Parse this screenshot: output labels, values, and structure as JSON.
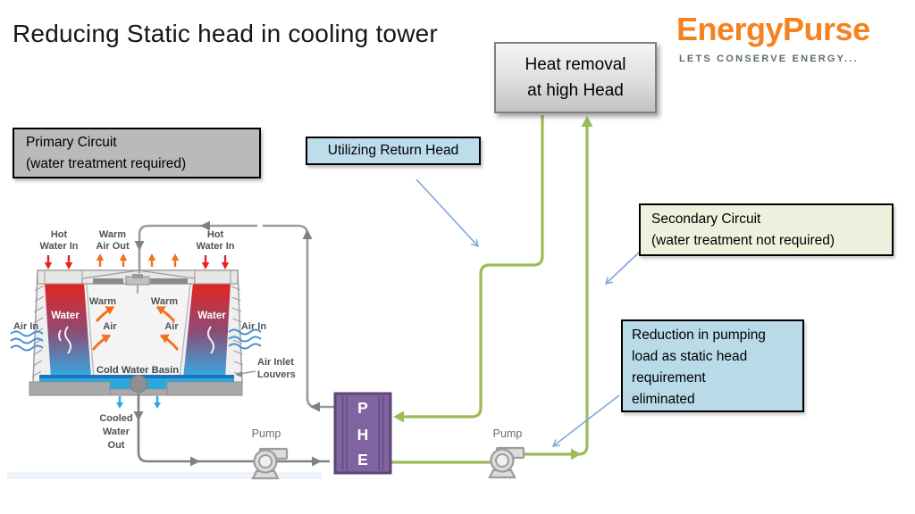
{
  "slide": {
    "title": "Reducing Static head in cooling tower"
  },
  "logo": {
    "name": "EnergyPurse",
    "tagline": "LETS CONSERVE ENERGY..."
  },
  "callouts": {
    "heat_removal": "Heat removal\nat high Head",
    "primary": "Primary Circuit\n(water treatment required)",
    "utilizing": "Utilizing Return Head",
    "secondary": "Secondary Circuit\n(water treatment not required)",
    "reduction": "Reduction in pumping\nload as static head\nrequirement\neliminated"
  },
  "tower": {
    "hot_water_in_left": "Hot\nWater In",
    "warm_air_out": "Warm\nAir Out",
    "hot_water_in_right": "Hot\nWater In",
    "water_left": "Water",
    "water_right": "Water",
    "warm_left": "Warm",
    "air_left": "Air",
    "warm_right": "Warm",
    "air_right": "Air",
    "air_in_left": "Air In",
    "air_in_right": "Air In",
    "cold_water_basin": "Cold Water Basin",
    "air_inlet_louvers": "Air Inlet\nLouvers",
    "cooled_water_out": "Cooled\nWater\nOut",
    "pump1_label": "Pump",
    "pump2_label": "Pump",
    "phe_letters": [
      "P",
      "H",
      "E"
    ]
  },
  "colors": {
    "accent_green": "#9BBB59",
    "pipe_gray": "#808080",
    "phe_purple": "#8064A2",
    "phe_purple_dark": "#5B4674",
    "callout_blue": "#BCDDE9",
    "callout_blue2": "#B9DBE8",
    "callout_green": "#EDF1DE",
    "callout_gray": "#BABABA",
    "hot_red": "#E8201F",
    "warm_orange": "#F4701F",
    "water_blue": "#29ABE2",
    "annotate_blue": "#7DA7D8",
    "logo_orange": "#F5821F"
  }
}
